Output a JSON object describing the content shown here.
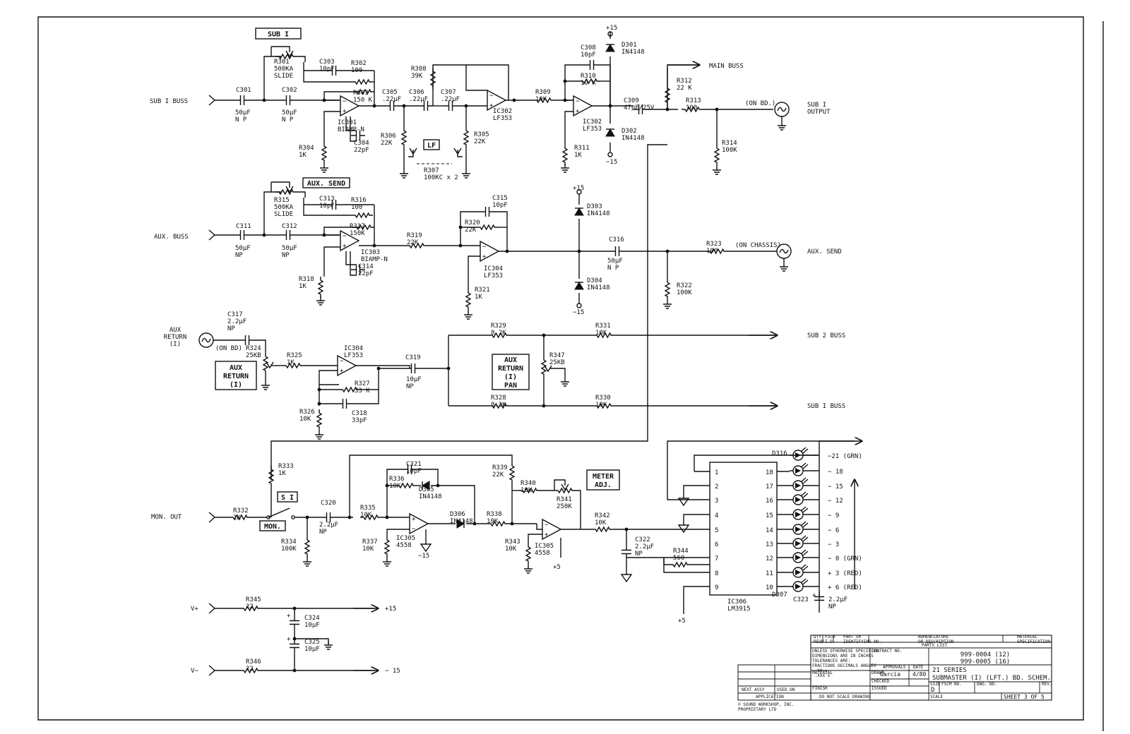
{
  "sections": {
    "sub1": {
      "title": "SUB I",
      "input": "SUB I BUSS",
      "output": "SUB I\nOUTPUT",
      "main_buss": "MAIN BUSS",
      "on_bd": "(ON BD.)",
      "lf": "LF"
    },
    "aux": {
      "title": "AUX. SEND",
      "input": "AUX. BUSS",
      "output": "AUX. SEND",
      "on_chassis": "(ON CHASSIS)"
    },
    "ret": {
      "input": "AUX\nRETURN\n(I)",
      "on_bd": "(ON BD)",
      "box": "AUX\nRETURN\n(I)",
      "pan_box": "AUX\nRETURN\n(I)\nPAN",
      "sub2": "SUB 2 BUSS",
      "sub1": "SUB I BUSS"
    },
    "mon": {
      "input": "MON. OUT",
      "switch": "S I",
      "switch_box": "MON.",
      "meter": "METER\nADJ."
    },
    "psu": {
      "vplus": "V+",
      "vminus": "V−",
      "p15": "+15",
      "m15": "− 15"
    }
  },
  "components": {
    "r301": "R301\n500KA\nSLIDE",
    "c303": "C303\n10pF",
    "r302": "R302\n100",
    "r303": "R303\n150 K",
    "c301": "C301",
    "c301v": "50µF\nN P",
    "c302": "C302",
    "c302v": "50µF\nN P",
    "ic301": "IC301\nBIAMP-N",
    "c304": "C304\n22pF",
    "r304": "R304\n1K",
    "c305": "C305\n.22µF",
    "c306": "C306\n.22µF",
    "c307": "C307\n.22µF",
    "r308": "R308\n39K",
    "r306": "R306\n22K",
    "r305": "R305\n22K",
    "r307": "R307\n100KC x 2",
    "ic302a": "IC302\nLF353",
    "r309": "R309\n10K",
    "c308": "C308\n10pF",
    "r310": "R310\n10 K",
    "ic302b": "IC302\nLF353",
    "r311": "R311\n1K",
    "d301": "D301\nIN4148",
    "d302": "D302\nIN4148",
    "p15a": "+15",
    "m15a": "−15",
    "c309": "C309\n47µF/25V",
    "r312": "R312\n22 K",
    "r313": "R313\n100",
    "r314": "R314\n100K",
    "r315": "R315\n500KA\nSLIDE",
    "c313": "C313\n10pF",
    "r316": "R316\n100",
    "r317": "R317\n150K",
    "c311": "C311",
    "c311v": "50µF\nNP",
    "c312": "C312",
    "c312v": "50µF\nNP",
    "ic303": "IC303\nBIAMP-N",
    "c314": "C314\n22pF",
    "r318": "R318\n1K",
    "r319": "R319\n22K",
    "c315": "C315\n10pF",
    "r320": "R320\n22K",
    "ic304a": "IC304\nLF353",
    "r321": "R321\n1K",
    "p15b": "+15",
    "d303": "D303\nIN4148",
    "d304": "D304\nIN4148",
    "m15b": "−15",
    "c316": "C316",
    "c316v": "50µF\nN P",
    "r323": "R323\n100",
    "r322": "R322\n100K",
    "c317": "C317\n2.2µF\nNP",
    "r324": "R324\n25KB",
    "r325": "R325\n1K",
    "ic304b": "IC304\nLF353",
    "r327": "R327\n33 K",
    "r326": "R326\n10K",
    "c318": "C318\n33pF",
    "c319": "C319",
    "c319v": "10µF\nNP",
    "r329": "R329\n8.2K",
    "r328": "R328\n8.2K",
    "r347": "R347\n25KB",
    "r331": "R331\n10K",
    "r330": "R330\n10K",
    "r333": "R333\n1K",
    "r332": "R332\n1K",
    "r334": "R334\n100K",
    "c320": "C320",
    "c320v": "2.2µF\nNP",
    "c321": "C321\n10pF",
    "r336": "R336\n10K",
    "d305": "D305\nIN4148",
    "r335": "R335\n10K",
    "ic305a": "IC305\n4558",
    "r337": "R337\n10K",
    "m15c": "−15",
    "d306": "D306\nIN4148",
    "r338": "R338\n10K",
    "r339": "R339\n22K",
    "r340": "R340\n10K",
    "r341": "R341\n250K",
    "r343": "R343\n10K",
    "ic305b": "IC305\n4558",
    "p5a": "+5",
    "r342": "R342\n10K",
    "c322": "C322\n2.2µF\nNP",
    "r344": "R344\n560",
    "ic306": "IC306\nLM3915",
    "p5b": "+5",
    "p5c": "+5",
    "d316": "D316",
    "d307": "D307",
    "c323": "C323",
    "c323v": "2.2µF\nNP",
    "r345": "R345\n22",
    "r346": "R346\n22",
    "c324": "C324\n10µF",
    "c325": "C325\n10µF"
  },
  "meter_labels": [
    "−21 (GRN)",
    "− 18",
    "− 15",
    "− 12",
    "−  9",
    "−  6",
    "−  3",
    "−  0 (GRN)",
    "+  3 (RED)",
    "+  6 (RED)"
  ],
  "ic306_pins_left": [
    "1",
    "2",
    "3",
    "4",
    "5",
    "6",
    "7",
    "8",
    "9"
  ],
  "ic306_pins_right": [
    "18",
    "17",
    "16",
    "15",
    "14",
    "13",
    "12",
    "11",
    "10"
  ],
  "title_block": {
    "parts_list": "PARTS LIST",
    "col_qty": "QTY\nREQD",
    "col_fscm": "FSCM\nI.D.",
    "col_part": "PART OR\nIDENTIFYING NO.",
    "col_nom": "NOMENCLATURE\nOR DESCRIPTION",
    "col_mat": "MATERIAL\nSPECIFICATION",
    "tolerances": "UNLESS OTHERWISE SPECIFIED\nDIMENSIONS ARE IN INCHES\nTOLERANCES ARE:\nFRACTIONS  DECIMALS  ANGLES\n          .XX ±\n          .XXX ±",
    "material": "MATERIAL",
    "finish": "FINISH",
    "contract": "CONTRACT NO.",
    "approvals": "APPROVALS",
    "date_h": "DATE",
    "drawn": "DRAWN",
    "drawn_name": "Garcia",
    "drawn_date": "4/80",
    "checked": "CHECKED",
    "issued": "ISSUED",
    "part_no_1": "999-0004 (12)",
    "part_no_2": "999-0005 (16)",
    "title_1": "21 SERIES",
    "title_2": "SUBMASTER (I) (LFT.) BD. SCHEM.",
    "size_h": "SIZE",
    "size_v": "D",
    "fscm_h": "FSCM NO.",
    "dwg_h": "DWG. NO.",
    "rev_h": "REV.",
    "scale_h": "SCALE",
    "sheet": "SHEET 3 OF 5",
    "next_assy": "NEXT ASSY",
    "used_on": "USED ON",
    "application": "APPLICATION",
    "no_scale": "DO NOT SCALE DRAWING",
    "copyright": "© SOUND WORKSHOP, INC.\nPROPRIETARY LTD"
  }
}
